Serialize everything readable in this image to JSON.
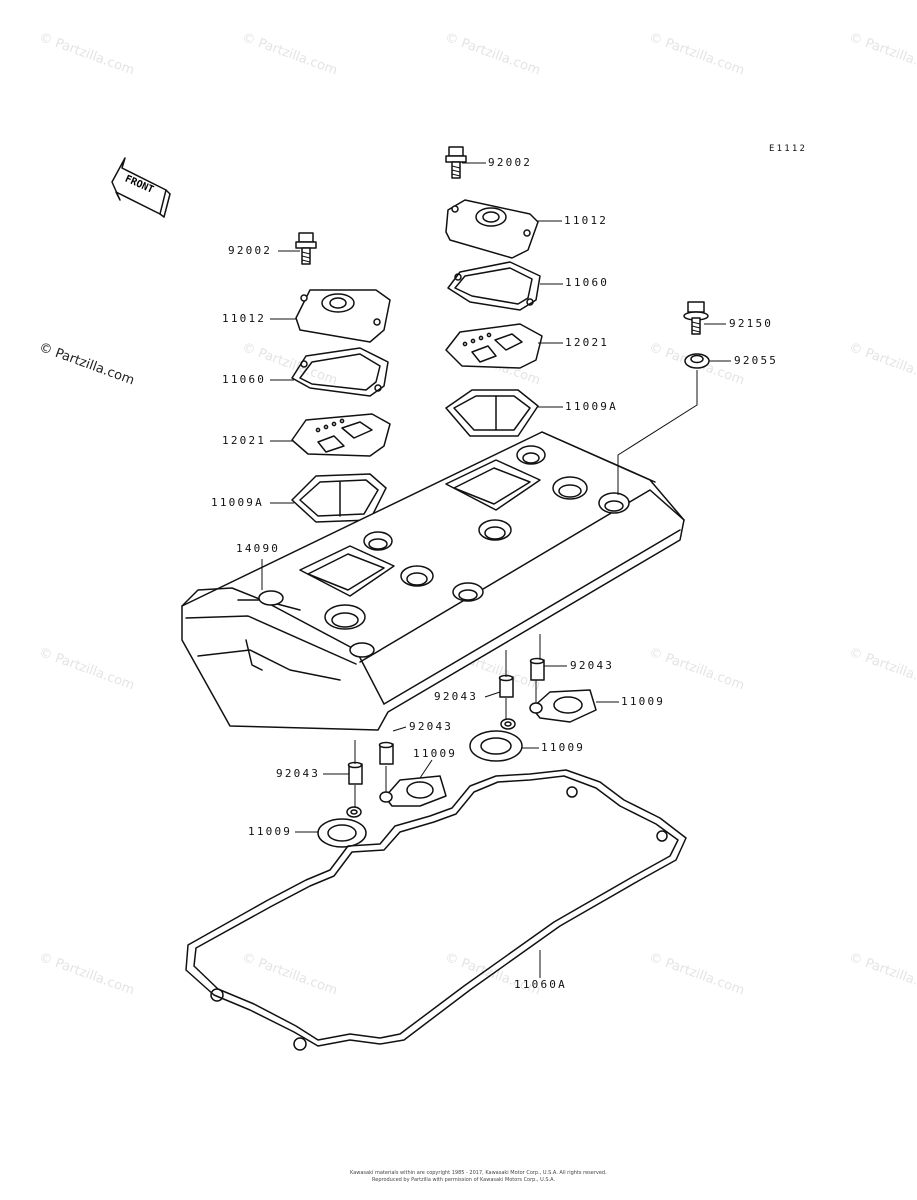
{
  "diagram": {
    "code": "E1112",
    "front_label": "FRONT",
    "watermark": "© Partzilla.com",
    "copyright_line1": "Kawasaki materials within are copyright 1985 - 2017, Kawasaki Motor Corp., U.S.A. All rights reserved.",
    "copyright_line2": "Reproduced by Partzilla with permission of Kawasaki Motors Corp., U.S.A.",
    "parts": {
      "p92002_top": "92002",
      "p11012_top": "11012",
      "p11060_top": "11060",
      "p12021_top": "12021",
      "p11009A_top": "11009A",
      "p92002_left": "92002",
      "p11012_left": "11012",
      "p11060_left": "11060",
      "p12021_left": "12021",
      "p11009A_left": "11009A",
      "p92150": "92150",
      "p92055": "92055",
      "p14090": "14090",
      "p92043_a": "92043",
      "p11009_a": "11009",
      "p92043_b": "92043",
      "p11009_b": "11009",
      "p92043_c": "92043",
      "p11009_c": "11009",
      "p92043_d": "92043",
      "p11009_d": "11009",
      "p11060A": "11060A"
    }
  }
}
